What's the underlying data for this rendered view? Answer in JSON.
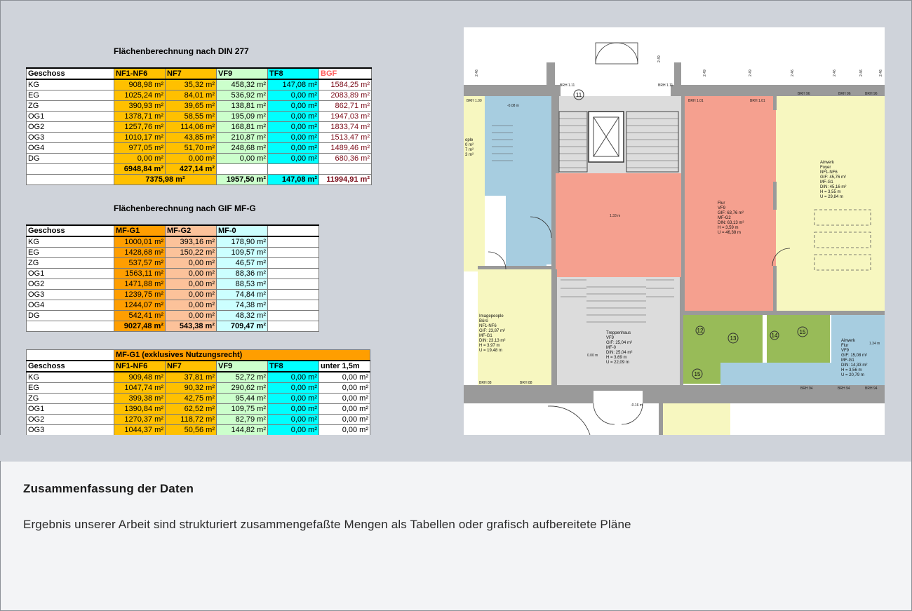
{
  "caption": {
    "title": "Zusammenfassung der Daten",
    "text": "Ergebnis unserer Arbeit sind strukturiert zusammengefaßte Mengen als Tabellen oder grafisch aufbereitete Pläne"
  },
  "table1": {
    "title": "Flächenberechnung nach DIN 277",
    "headers": [
      "Geschoss",
      "NF1-NF6",
      "NF7",
      "VF9",
      "TF8",
      "BGF"
    ],
    "rows": [
      [
        "KG",
        "908,98 m²",
        "35,32 m²",
        "458,32 m²",
        "147,08 m²",
        "1584,25 m²"
      ],
      [
        "EG",
        "1025,24 m²",
        "84,01 m²",
        "536,92 m²",
        "0,00 m²",
        "2083,89 m²"
      ],
      [
        "ZG",
        "390,93 m²",
        "39,65 m²",
        "138,81 m²",
        "0,00 m²",
        "862,71 m²"
      ],
      [
        "OG1",
        "1378,71 m²",
        "58,55 m²",
        "195,09 m²",
        "0,00 m²",
        "1947,03 m²"
      ],
      [
        "OG2",
        "1257,76 m²",
        "114,06 m²",
        "168,81 m²",
        "0,00 m²",
        "1833,74 m²"
      ],
      [
        "OG3",
        "1010,17 m²",
        "43,85 m²",
        "210,87 m²",
        "0,00 m²",
        "1513,47 m²"
      ],
      [
        "OG4",
        "977,05 m²",
        "51,70 m²",
        "248,68 m²",
        "0,00 m²",
        "1489,46 m²"
      ],
      [
        "DG",
        "0,00 m²",
        "0,00 m²",
        "0,00 m²",
        "0,00 m²",
        "680,36 m²"
      ]
    ],
    "subtotal_nf": "6948,84 m²",
    "subtotal_nf7": "427,14 m²",
    "total_nf": "7375,98 m²",
    "total_vf9": "1957,50 m²",
    "total_tf8": "147,08 m²",
    "total_bgf": "11994,91 m²"
  },
  "table2": {
    "title": "Flächenberechnung nach GIF MF-G",
    "headers": [
      "Geschoss",
      "MF-G1",
      "MF-G2",
      "MF-0"
    ],
    "rows": [
      [
        "KG",
        "1000,01 m²",
        "393,16 m²",
        "178,90 m²"
      ],
      [
        "EG",
        "1428,68 m²",
        "150,22 m²",
        "109,57 m²"
      ],
      [
        "ZG",
        "537,57 m²",
        "0,00 m²",
        "46,57 m²"
      ],
      [
        "OG1",
        "1563,11 m²",
        "0,00 m²",
        "88,36 m²"
      ],
      [
        "OG2",
        "1471,88 m²",
        "0,00 m²",
        "88,53 m²"
      ],
      [
        "OG3",
        "1239,75 m²",
        "0,00 m²",
        "74,84 m²"
      ],
      [
        "OG4",
        "1244,07 m²",
        "0,00 m²",
        "74,38 m²"
      ],
      [
        "DG",
        "542,41 m²",
        "0,00 m²",
        "48,32 m²"
      ]
    ],
    "totals": [
      "9027,48 m²",
      "543,38 m²",
      "709,47 m²"
    ]
  },
  "table3": {
    "banner": "MF-G1 (exklusives Nutzungsrecht)",
    "headers": [
      "Geschoss",
      "NF1-NF6",
      "NF7",
      "VF9",
      "TF8",
      "unter 1,5m"
    ],
    "rows": [
      [
        "KG",
        "909,48 m²",
        "37,81 m²",
        "52,72 m²",
        "0,00 m²",
        "0,00 m²"
      ],
      [
        "EG",
        "1047,74 m²",
        "90,32 m²",
        "290,62 m²",
        "0,00 m²",
        "0,00 m²"
      ],
      [
        "ZG",
        "399,38 m²",
        "42,75 m²",
        "95,44 m²",
        "0,00 m²",
        "0,00 m²"
      ],
      [
        "OG1",
        "1390,84 m²",
        "62,52 m²",
        "109,75 m²",
        "0,00 m²",
        "0,00 m²"
      ],
      [
        "OG2",
        "1270,37 m²",
        "118,72 m²",
        "82,79 m²",
        "0,00 m²",
        "0,00 m²"
      ],
      [
        "OG3",
        "1044,37 m²",
        "50,56 m²",
        "144,82 m²",
        "0,00 m²",
        "0,00 m²"
      ]
    ]
  },
  "plan": {
    "rooms": {
      "foyer": [
        "Airwerk",
        "Foyer",
        "NF1-NF6",
        "GIF:    45,76 m²",
        "MF-G1",
        "DIN:    45,16 m²",
        "H =      3,55 m",
        "U =     29,84 m"
      ],
      "flur": [
        "Flur",
        "VF9",
        "GIF:  63,76 m²",
        "MF-G2",
        "DIN:  63,13 m²",
        "H =    3,59 m",
        "U =   46,38 m"
      ],
      "buero": [
        "Imagepeople",
        "Büro",
        "NF1-NF6",
        "GIF:   23,87 m²",
        "MF-G1",
        "DIN:   23,13 m²",
        "H =     3,97 m",
        "U =    19,48 m"
      ],
      "treppenhaus": [
        "Treppenhaus",
        "VF9",
        "GIF:   25,04 m²",
        "MF-0",
        "DIN:   25,04 m²",
        "H =     3,69 m",
        "U =    22,09 m"
      ],
      "flur2": [
        "Airwerk",
        "Flur",
        "VF9",
        "GIF:   15,08 m²",
        "MF-G1",
        "DIN:   14,33 m²",
        "H =     3,56 m",
        "U =    20,79 m"
      ],
      "imageleft": [
        "ople",
        "0 m²",
        "7 m²",
        "3 m²"
      ]
    },
    "labels": {
      "room11": "11",
      "room13": "13",
      "room12": "12",
      "room14": "14",
      "room15a": "15",
      "room15b": "15",
      "brh100": "BRH 1.00",
      "brh101a": "BRH 1.01",
      "brh101b": "BRH 1.01",
      "brh111a": "BRH 1.11",
      "brh111b": "BRH 1.11",
      "brh96a": "BRH 96",
      "brh96b": "BRH 96",
      "brh96c": "BRH 96",
      "brh88a": "BRH 88",
      "brh88b": "BRH 88",
      "brh94a": "BRH 94",
      "brh94b": "BRH 94",
      "brh94c": "BRH 94",
      "lvl1": "-0.08 m",
      "lvl2": "1.33 m",
      "lvl3": "0.00 m",
      "lvl4": "1.34 m",
      "lvl5": "-0.16 m"
    }
  }
}
